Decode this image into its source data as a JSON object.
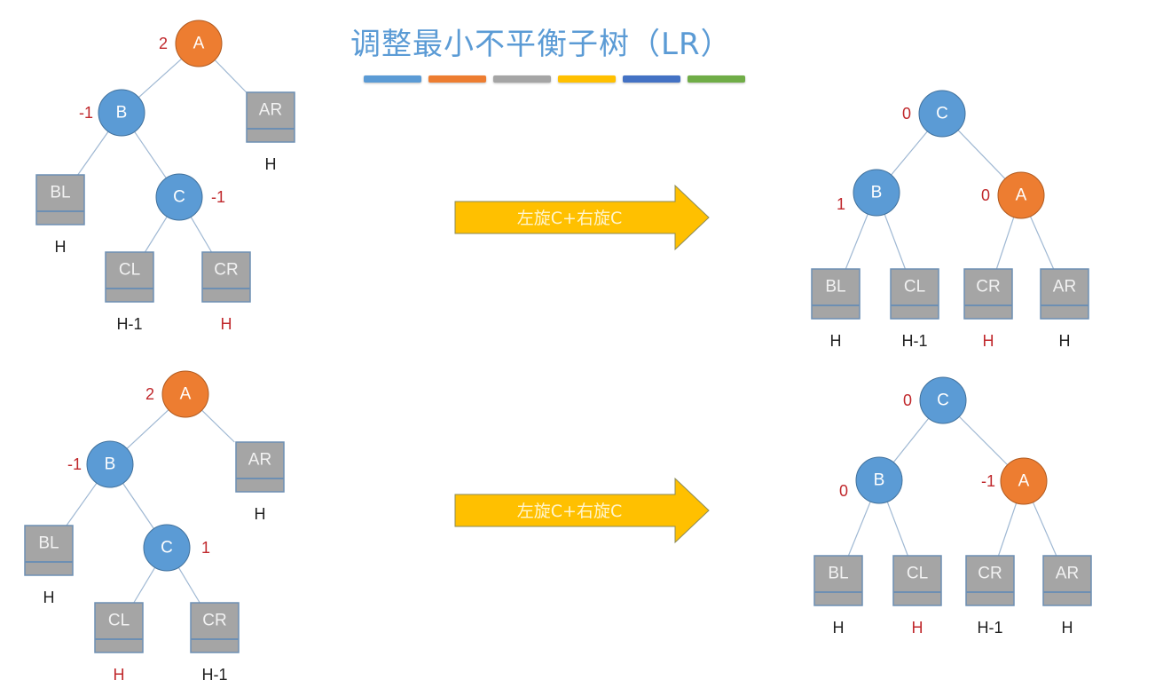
{
  "title": "调整最小不平衡子树（LR）",
  "colors": {
    "blue_node": "#5b9bd5",
    "orange_node": "#ed7d31",
    "subtree_box": "#a5a5a5",
    "subtree_border": "#6d8fb3",
    "balance_factor": "#c0282c",
    "height_normal": "#222222",
    "height_highlight": "#c0282c",
    "arrow_fill": "#ffc000",
    "edge": "#9fb8d3"
  },
  "swatches": [
    "#5b9bd5",
    "#ed7d31",
    "#a5a5a5",
    "#ffc000",
    "#4472c4",
    "#70ad47"
  ],
  "diagrams": [
    {
      "id": "case1-before",
      "nodes": [
        {
          "id": "A",
          "label": "A",
          "color": "orange",
          "bf": "2",
          "bf_side": "left"
        },
        {
          "id": "B",
          "label": "B",
          "color": "blue",
          "bf": "-1",
          "bf_side": "left"
        },
        {
          "id": "C",
          "label": "C",
          "color": "blue",
          "bf": "-1",
          "bf_side": "right"
        }
      ],
      "subtrees": [
        {
          "id": "AR",
          "label": "AR",
          "height": "H",
          "highlight": false
        },
        {
          "id": "BL",
          "label": "BL",
          "height": "H",
          "highlight": false
        },
        {
          "id": "CL",
          "label": "CL",
          "height": "H-1",
          "highlight": false
        },
        {
          "id": "CR",
          "label": "CR",
          "height": "H",
          "highlight": true
        }
      ]
    },
    {
      "id": "case1-after",
      "nodes": [
        {
          "id": "C",
          "label": "C",
          "color": "blue",
          "bf": "0",
          "bf_side": "left"
        },
        {
          "id": "B",
          "label": "B",
          "color": "blue",
          "bf": "1",
          "bf_side": "left"
        },
        {
          "id": "A",
          "label": "A",
          "color": "orange",
          "bf": "0",
          "bf_side": "left"
        }
      ],
      "subtrees": [
        {
          "id": "BL",
          "label": "BL",
          "height": "H",
          "highlight": false
        },
        {
          "id": "CL",
          "label": "CL",
          "height": "H-1",
          "highlight": false
        },
        {
          "id": "CR",
          "label": "CR",
          "height": "H",
          "highlight": true
        },
        {
          "id": "AR",
          "label": "AR",
          "height": "H",
          "highlight": false
        }
      ]
    },
    {
      "id": "case2-before",
      "nodes": [
        {
          "id": "A",
          "label": "A",
          "color": "orange",
          "bf": "2",
          "bf_side": "left"
        },
        {
          "id": "B",
          "label": "B",
          "color": "blue",
          "bf": "-1",
          "bf_side": "left"
        },
        {
          "id": "C",
          "label": "C",
          "color": "blue",
          "bf": "1",
          "bf_side": "right"
        }
      ],
      "subtrees": [
        {
          "id": "AR",
          "label": "AR",
          "height": "H",
          "highlight": false
        },
        {
          "id": "BL",
          "label": "BL",
          "height": "H",
          "highlight": false
        },
        {
          "id": "CL",
          "label": "CL",
          "height": "H",
          "highlight": true
        },
        {
          "id": "CR",
          "label": "CR",
          "height": "H-1",
          "highlight": false
        }
      ]
    },
    {
      "id": "case2-after",
      "nodes": [
        {
          "id": "C",
          "label": "C",
          "color": "blue",
          "bf": "0",
          "bf_side": "left"
        },
        {
          "id": "B",
          "label": "B",
          "color": "blue",
          "bf": "0",
          "bf_side": "left"
        },
        {
          "id": "A",
          "label": "A",
          "color": "orange",
          "bf": "-1",
          "bf_side": "left"
        }
      ],
      "subtrees": [
        {
          "id": "BL",
          "label": "BL",
          "height": "H",
          "highlight": false
        },
        {
          "id": "CL",
          "label": "CL",
          "height": "H",
          "highlight": true
        },
        {
          "id": "CR",
          "label": "CR",
          "height": "H-1",
          "highlight": false
        },
        {
          "id": "AR",
          "label": "AR",
          "height": "H",
          "highlight": false
        }
      ]
    }
  ],
  "arrows": [
    {
      "id": "arrow-case1",
      "label": "左旋C+右旋C"
    },
    {
      "id": "arrow-case2",
      "label": "左旋C+右旋C"
    }
  ]
}
